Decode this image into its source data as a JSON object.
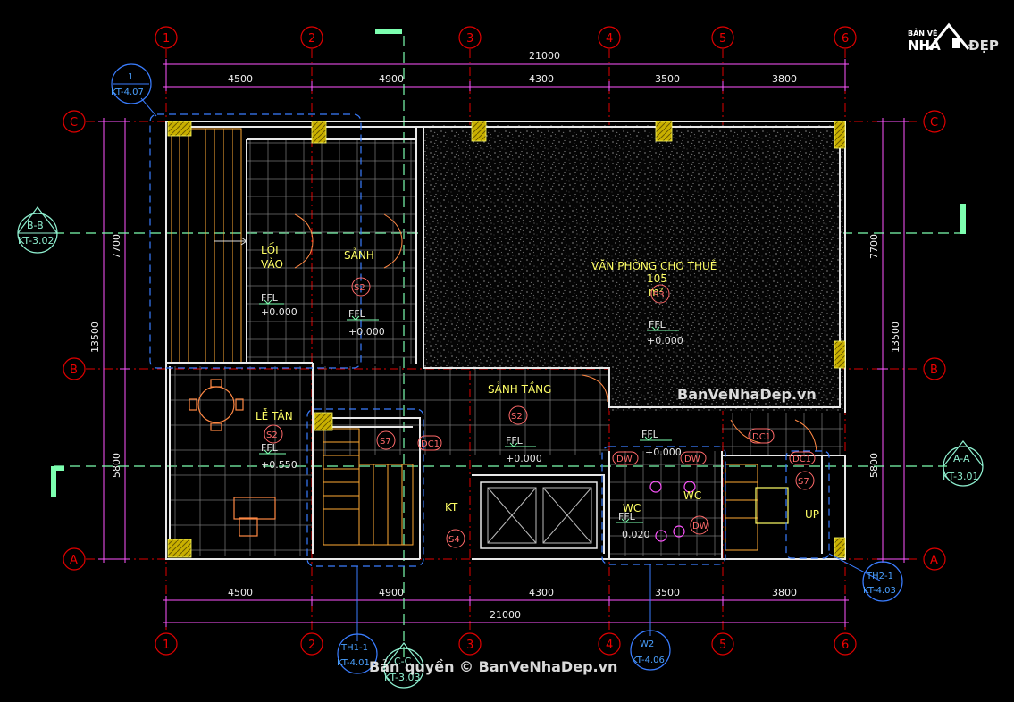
{
  "grid": {
    "columns": [
      "1",
      "2",
      "3",
      "4",
      "5",
      "6"
    ],
    "rows": [
      "C",
      "B",
      "A"
    ]
  },
  "dimensions": {
    "overall": "21000",
    "spans": [
      "4500",
      "4900",
      "4300",
      "3500",
      "3800"
    ],
    "left_total": "13500",
    "left_upper": "7700",
    "left_lower": "5800"
  },
  "rooms": {
    "loi_vao": [
      "LỐI",
      "VÀO"
    ],
    "sanh": "SẢNH",
    "van_phong": "VĂN PHÒNG CHO THUÊ",
    "van_phong_area": "105",
    "van_phong_unit": "m²",
    "sanh_tang": "SẢNH TẦNG",
    "le_tan": "LỄ TÂN",
    "kt": "KT",
    "wc1": "WC",
    "wc2": "WC",
    "up": "UP"
  },
  "levels": {
    "label": "FFL",
    "loi_vao": "+0.000",
    "sanh": "+0.000",
    "van_phong": "+0.000",
    "sanh_tang": "+0.000",
    "le_tan": "+0.550",
    "wc_upper": "+0.000",
    "wc": "0.020"
  },
  "tags": {
    "s2": "S2",
    "s3": "S3",
    "s4": "S4",
    "s7": "S7",
    "dc1": "DC1",
    "dw": "DW"
  },
  "callouts": {
    "detail_1": {
      "num": "1",
      "ref": "KT-4.07"
    },
    "section_bb": {
      "num": "B-B",
      "ref": "KT-3.02"
    },
    "section_aa": {
      "num": "A-A",
      "ref": "KT-3.01"
    },
    "section_cc": {
      "num": "C-C",
      "ref": "KT-3.03"
    },
    "th1": {
      "num": "TH1-1",
      "ref": "KT-4.01"
    },
    "th2": {
      "num": "TH2-1",
      "ref": "KT-4.03"
    },
    "w2": {
      "num": "W2",
      "ref": "KT-4.06"
    }
  },
  "watermark": {
    "logo_top": "BẢN VẼ",
    "logo_a": "NHÀ",
    "logo_b": "ĐẸP",
    "site": "BanVeNhaDep.vn",
    "copyright": "Bản quyền © BanVeNhaDep.vn"
  },
  "colors": {
    "grid": "#e00000",
    "wall": "#e8e8e8",
    "dim": "#ff55ff",
    "room_text": "#ffff66",
    "dash_green": "#7dffb0",
    "blue": "#3a7dff"
  }
}
